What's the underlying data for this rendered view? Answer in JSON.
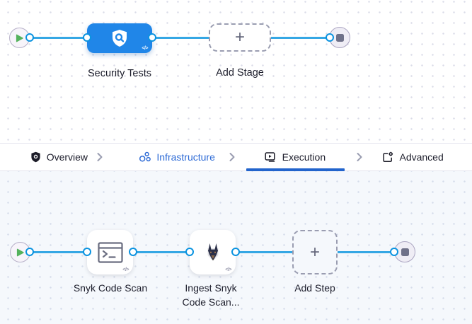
{
  "canvas": {
    "glyph_plus": "+",
    "glyph_code": "</>"
  },
  "stage_flow": {
    "stage": {
      "label": "Security Tests",
      "icon": "shield-scan-icon"
    },
    "add_stage": {
      "label": "Add Stage"
    }
  },
  "tabbar": {
    "tabs": [
      {
        "label": "Overview",
        "icon": "shield-check-icon",
        "active": false
      },
      {
        "label": "Infrastructure",
        "icon": "cluster-icon",
        "active": false,
        "link_colored": true
      },
      {
        "label": "Execution",
        "icon": "play-box-icon",
        "active": true
      },
      {
        "label": "Advanced",
        "icon": "doc-gear-icon",
        "active": false
      }
    ]
  },
  "step_flow": {
    "steps": [
      {
        "label": "Snyk Code Scan",
        "icon": "terminal-icon"
      },
      {
        "label": "Ingest Snyk Code Scan...",
        "icon": "snyk-doberman-icon"
      }
    ],
    "add_step": {
      "label": "Add Step"
    }
  },
  "colors": {
    "connector_blue": "#35a7e4",
    "port_ring_blue": "#0b93e0",
    "stage_blue": "#2086e8",
    "active_tab_underline": "#2264cc",
    "infrastructure_link_blue": "#2e6bd6",
    "play_green": "#55b25d",
    "canvas_bottom_bg": "#f5f8fc"
  }
}
